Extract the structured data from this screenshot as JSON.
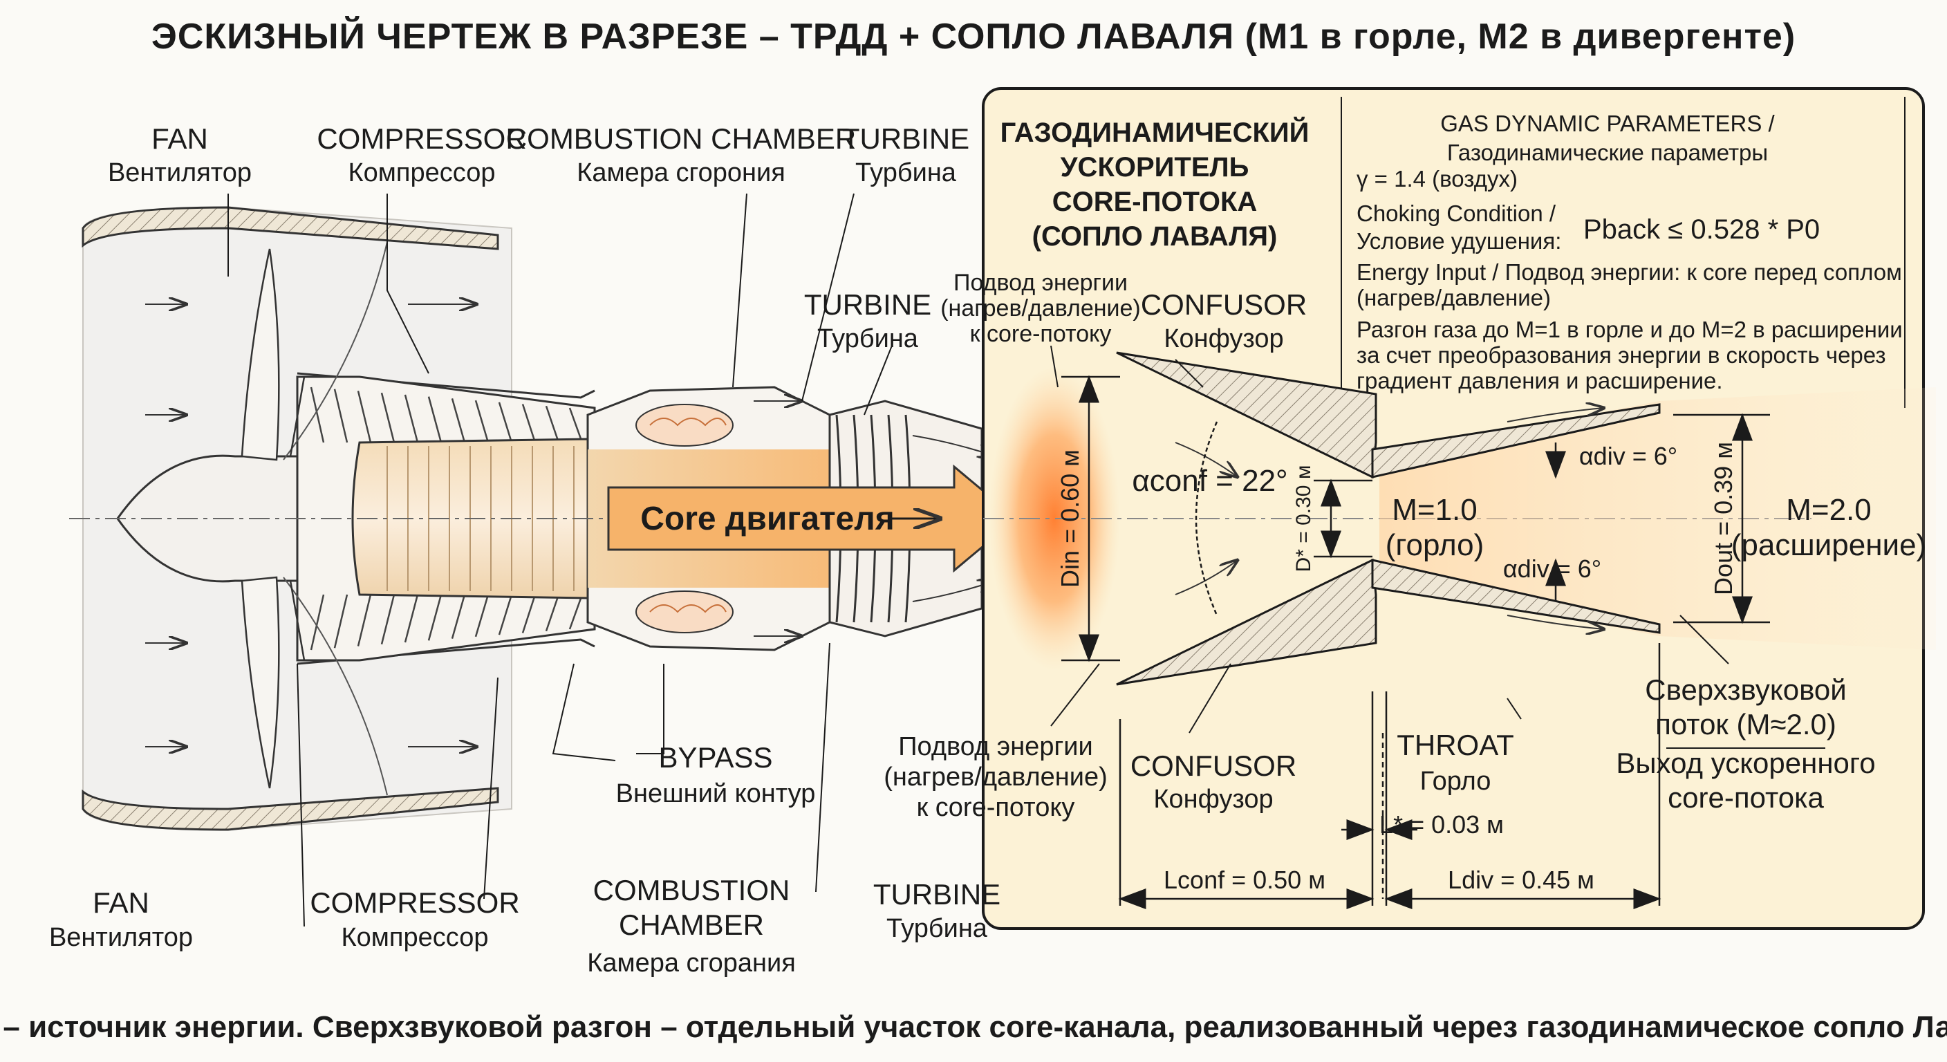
{
  "title": "ЭСКИЗНЫЙ ЧЕРТЕЖ В РАЗРЕЗЕ – ТРДД + СОПЛО ЛАВАЛЯ (М1 в горле, М2 в дивергенте)",
  "labels": {
    "fan_top": {
      "en": "FAN",
      "ru": "Вентилятор"
    },
    "compressor_top": {
      "en": "COMPRESSOR",
      "ru": "Компрессор"
    },
    "combustion_top": {
      "en": "COMBUSTION CHAMBER",
      "ru": "Камера сгорония"
    },
    "turbine_top": {
      "en": "TURBINE",
      "ru": "Турбина"
    },
    "turbine_mid": {
      "en": "TURBINE",
      "ru": "Турбина"
    },
    "fan_bottom": {
      "en": "FAN",
      "ru": "Вентилятор"
    },
    "compressor_bottom": {
      "en": "COMPRESSOR",
      "ru": "Компрессор"
    },
    "combustion_bottom": {
      "line1": "COMBUSTION",
      "line2": "CHAMBER",
      "ru": "Камера сгорания"
    },
    "turbine_bottom": {
      "en": "TURBINE",
      "ru": "Турбина"
    },
    "bypass": {
      "en": "BYPASS",
      "ru": "Внешний контур"
    },
    "core": "Core двигателя",
    "energy_top": {
      "l1": "Подвод энергии",
      "l2": "(нагрев/давление)",
      "l3": "к core-потоку"
    },
    "energy_bottom": {
      "l1": "Подвод энергии",
      "l2": "(нагрев/давление)",
      "l3": "к core-потоку"
    }
  },
  "nozzle": {
    "heading": [
      "ГАЗОДИНАМИЧЕСКИЙ",
      "УСКОРИТЕЛЬ",
      "CORE-ПОТОКА",
      "(СОПЛО ЛАВАЛЯ)"
    ],
    "confusor_top": {
      "en": "CONFUSOR",
      "ru": "Конфузор"
    },
    "confusor_bottom": {
      "en": "CONFUSOR",
      "ru": "Конфузор"
    },
    "throat": {
      "en": "THROAT",
      "ru": "Горло"
    },
    "alpha_conf": "αconf = 22°",
    "alpha_div_top": "αdiv = 6°",
    "alpha_div_bottom": "αdiv = 6°",
    "d_in": "Din = 0.60 м",
    "d_star": "D* = 0.30 м",
    "d_out": "Dout = 0.39 м",
    "mach_throat": [
      "M=1.0",
      "(горло)"
    ],
    "mach_exit": [
      "M=2.0",
      "(расширение)"
    ],
    "l_star": "L* = 0.03 м",
    "l_conf": "Lconf = 0.50 м",
    "l_div": "Ldiv = 0.45 м",
    "supersonic": [
      "Сверхзвуковой",
      "поток (M≈2.0)",
      "Выход ускоренного",
      "core-потока"
    ]
  },
  "params": {
    "header": "GAS DYNAMIC PARAMETERS /",
    "header_ru": "Газодинамические параметры",
    "gamma": "γ = 1.4 (воздух)",
    "choking_1": "Choking Condition /",
    "choking_2": "Условие удушения:",
    "choking_formula": "Pback ≤ 0.528 * P0",
    "energy_1": "Energy Input / Подвод энергии: к core перед соплом",
    "energy_2": "(нагрев/давление)",
    "desc_1": "Разгон газа до M=1 в горле и до M=2 в расширении",
    "desc_2": "за счет преобразования энергии в скорость через",
    "desc_3": "градиент давления и расширение."
  },
  "footer": "ТРДД – источник энергии. Сверхзвуковой разгон – отдельный участок core-канала, реализованный через газодинамическое сопло Лаваля.",
  "colors": {
    "ink": "#1b1b1b",
    "panel": "#fcf2d6",
    "core_orange": "#f6b36a",
    "heat": "#ff8a3a",
    "hatch": "#8a8070"
  }
}
